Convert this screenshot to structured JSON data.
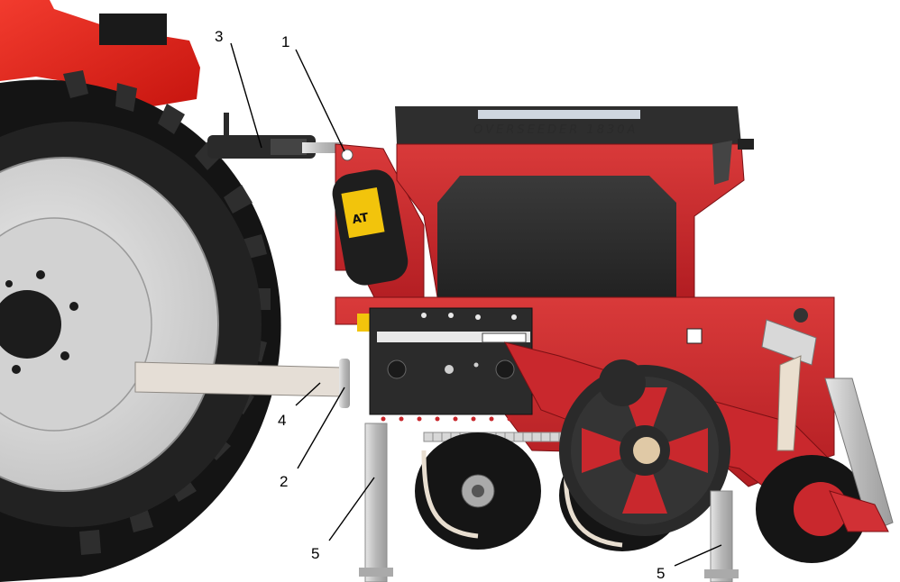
{
  "diagram": {
    "machine_label": "OVERSEEDER 1830A",
    "warning_label": "AT",
    "callouts": [
      {
        "id": "c1",
        "label": "1"
      },
      {
        "id": "c2",
        "label": "2"
      },
      {
        "id": "c3",
        "label": "3"
      },
      {
        "id": "c4",
        "label": "4"
      },
      {
        "id": "c5a",
        "label": "5"
      },
      {
        "id": "c5b",
        "label": "5"
      }
    ]
  },
  "colors": {
    "frame_red": "#c8262b",
    "dark_red": "#8e1418",
    "tractor_red": "#e0201c",
    "tyre_black": "#151515",
    "panel_black": "#2b2b2b",
    "rim_gray": "#d9d9d9",
    "steel": "#b9b9b9"
  }
}
